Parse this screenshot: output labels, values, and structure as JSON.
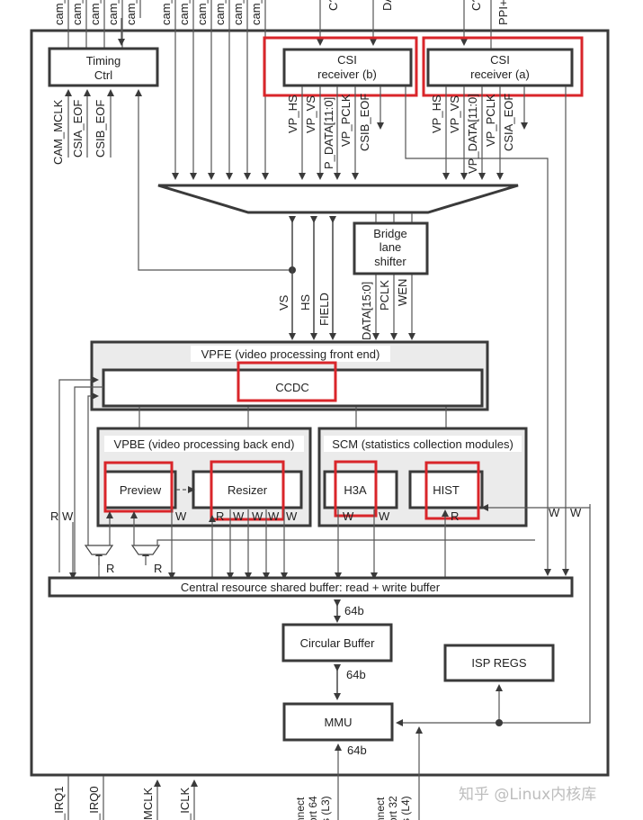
{
  "diagram": {
    "top_signals_left": [
      "cam_",
      "cam_",
      "cam_",
      "cam_",
      "cam_",
      "cam_",
      "cam_",
      "cam_",
      "cam_",
      "cam_",
      "cam_"
    ],
    "top_signals_right": [
      "cam_",
      "C?",
      "DA",
      "C?",
      "PPI+"
    ],
    "timing_ctrl": {
      "line1": "Timing",
      "line2": "Ctrl"
    },
    "timing_inputs": [
      "CAM_MCLK",
      "CSIA_EOF",
      "CSIB_EOF"
    ],
    "csi_b": {
      "line1": "CSI",
      "line2": "receiver (b)"
    },
    "csi_a": {
      "line1": "CSI",
      "line2": "receiver (a)"
    },
    "csi_b_outputs": [
      "VP_HS",
      "VP_VS",
      "P_DATA[11:0]",
      "VP_PCLK",
      "CSIB_EOF"
    ],
    "csi_a_outputs": [
      "VP_HS",
      "VP_VS",
      "VP_DATA[11:0]",
      "VP_PCLK",
      "CSIA_EOF"
    ],
    "bridge": {
      "line1": "Bridge",
      "line2": "lane",
      "line3": "shifter"
    },
    "mux_signals": [
      "VS",
      "HS",
      "FIELD"
    ],
    "bridge_signals": [
      "DATA[15:0]",
      "PCLK",
      "WEN"
    ],
    "vpfe": {
      "title": "VPFE (video processing front end)",
      "ccdc": "CCDC"
    },
    "vpbe": {
      "title": "VPBE (video processing back end)",
      "preview": "Preview",
      "resizer": "Resizer"
    },
    "scm": {
      "title": "SCM (statistics collection modules)",
      "h3a": "H3A",
      "hist": "HIST"
    },
    "rw_labels": {
      "R": "R",
      "W": "W",
      "RW": "R W"
    },
    "central_buffer": "Central resource shared buffer: read + write buffer",
    "bus_width_64": "64b",
    "circular_buffer": "Circular Buffer",
    "isp_regs": "ISP REGS",
    "mmu": "MMU",
    "bottom_signals": [
      "_IRQ1",
      "_IRQ0",
      "MCLK",
      "_ICLK"
    ],
    "bottom_ports": [
      {
        "line1": "nnect",
        "line2": "ort 64",
        "line3": "s (L3)"
      },
      {
        "line1": "nnect",
        "line2": "ort 32",
        "line3": "s (L4)"
      }
    ],
    "watermark": "知乎 @Linux内核库",
    "highlight_color": "#d9252a"
  }
}
